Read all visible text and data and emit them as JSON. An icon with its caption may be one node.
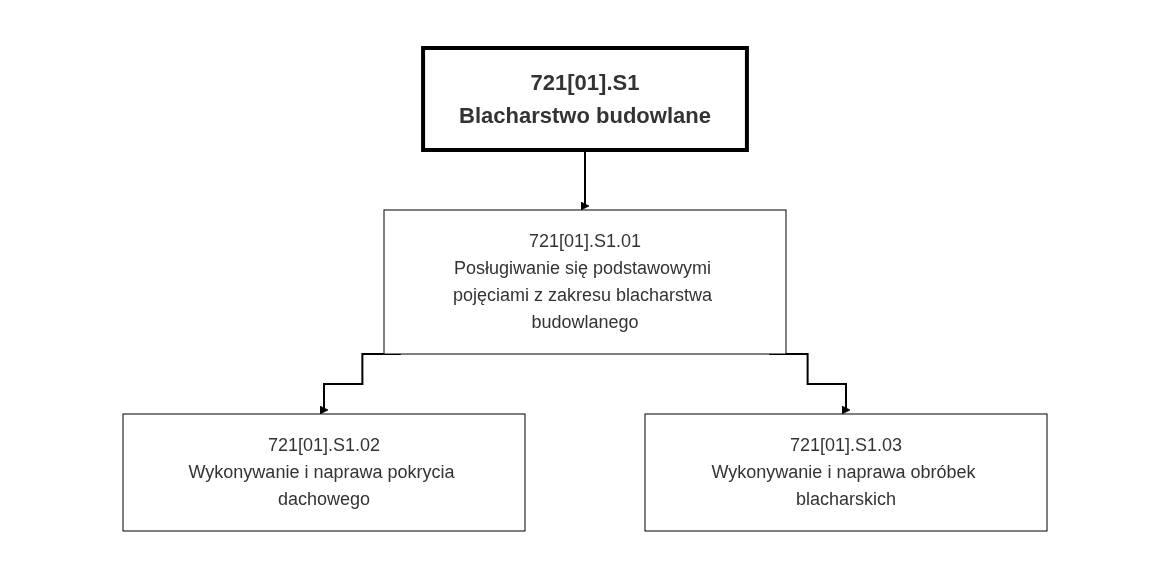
{
  "diagram": {
    "nodes": [
      {
        "text": [
          "721[01].S1",
          "Blacharstwo budowlane"
        ]
      },
      {
        "text": [
          "721[01].S1.01",
          "Posługiwanie się podstawowymi pojęciami z zakresu blacharstwa budowlanego"
        ]
      },
      {
        "text": [
          "721[01].S1.02",
          "Wykonywanie i naprawa pokrycia dachowego"
        ]
      },
      {
        "text": [
          "721[01].S1.03",
          "Wykonywanie i naprawa obróbek blacharskich"
        ]
      }
    ],
    "edges": [
      {
        "from": 0,
        "to": 1,
        "arrow": "to"
      },
      {
        "from": 1,
        "to": 2,
        "arrow": "to"
      },
      {
        "from": 1,
        "to": 3,
        "arrow": "to"
      }
    ]
  }
}
